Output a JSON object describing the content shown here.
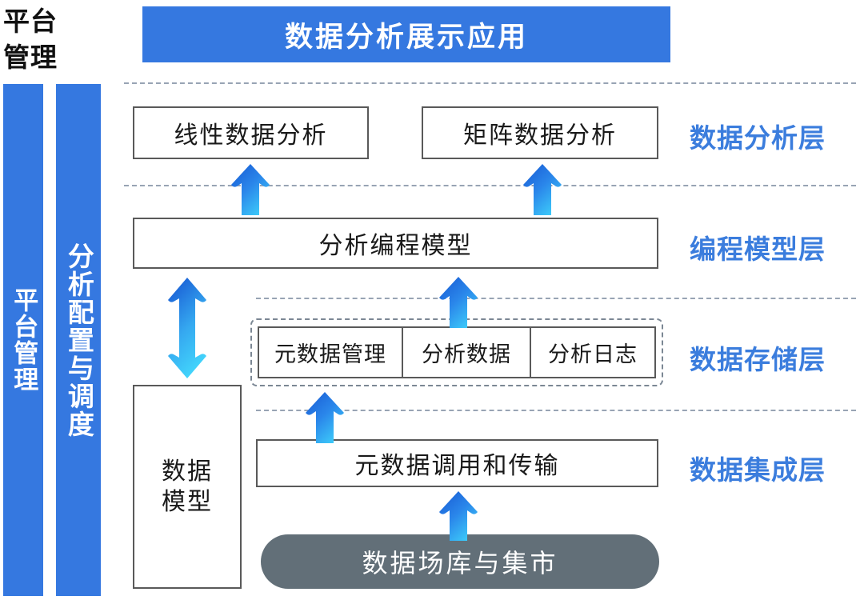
{
  "corner": {
    "line1": "平台",
    "line2": "管理"
  },
  "sidebars": [
    {
      "key": "platform-management",
      "label": "平台管理"
    },
    {
      "key": "analysis-config-scheduling",
      "label": "分析配置与调度"
    }
  ],
  "header": {
    "title": "数据分析展示应用",
    "bg": "#3578e0",
    "text_color": "#ffffff"
  },
  "layers": [
    {
      "key": "analysis",
      "label": "数据分析层"
    },
    {
      "key": "programming-model",
      "label": "编程模型层"
    },
    {
      "key": "data-storage",
      "label": "数据存储层"
    },
    {
      "key": "data-integration",
      "label": "数据集成层"
    }
  ],
  "nodes": {
    "linear_analysis": "线性数据分析",
    "matrix_analysis": "矩阵数据分析",
    "programming_model": "分析编程模型",
    "metadata_transport": "元数据调用和传输",
    "data_model_line1": "数据",
    "data_model_line2": "模型",
    "data_mart": "数据场库与集市"
  },
  "storage_cells": [
    "元数据管理",
    "分析数据",
    "分析日志"
  ],
  "arrows": [
    {
      "key": "linear-analysis-up",
      "direction": "up"
    },
    {
      "key": "matrix-analysis-up",
      "direction": "up"
    },
    {
      "key": "storage-to-model-up",
      "direction": "up"
    },
    {
      "key": "transport-to-storage-up",
      "direction": "up"
    },
    {
      "key": "mart-to-transport-up",
      "direction": "up"
    },
    {
      "key": "data-model-bidirectional",
      "direction": "both"
    }
  ],
  "colors": {
    "brand_blue": "#3578e0",
    "layer_label_blue": "#3b7ddd",
    "arrow_dark": "#1a63d8",
    "arrow_light": "#3ccdf7",
    "box_border": "#595959",
    "dashed_gray": "#98a4b4",
    "mart_gray": "#626f78"
  }
}
